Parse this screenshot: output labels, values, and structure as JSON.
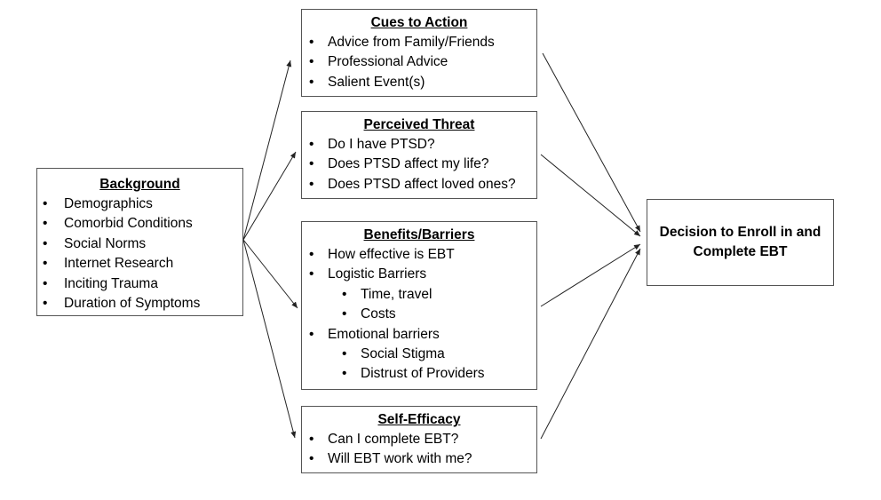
{
  "background": {
    "title": "Background",
    "items": [
      "Demographics",
      "Comorbid Conditions",
      "Social Norms",
      "Internet Research",
      "Inciting Trauma",
      "Duration of Symptoms"
    ]
  },
  "cues": {
    "title": "Cues to Action",
    "items": [
      "Advice from Family/Friends",
      "Professional Advice",
      "Salient Event(s)"
    ]
  },
  "threat": {
    "title": "Perceived Threat",
    "items": [
      "Do I have PTSD?",
      "Does PTSD affect my life?",
      "Does PTSD affect loved ones?"
    ]
  },
  "benefits": {
    "title": "Benefits/Barriers",
    "item_effective": "How effective is EBT",
    "item_logistic": "Logistic Barriers",
    "sub_time": "Time, travel",
    "sub_costs": "Costs",
    "item_emotional": "Emotional barriers",
    "sub_stigma": "Social Stigma",
    "sub_distrust": "Distrust of Providers"
  },
  "efficacy": {
    "title": "Self-Efficacy",
    "items": [
      "Can I complete EBT?",
      "Will EBT work with me?"
    ]
  },
  "decision": {
    "line1": "Decision to Enroll in and",
    "line2": "Complete EBT"
  },
  "colors": {
    "arrow": "#222222",
    "border": "#555555"
  }
}
